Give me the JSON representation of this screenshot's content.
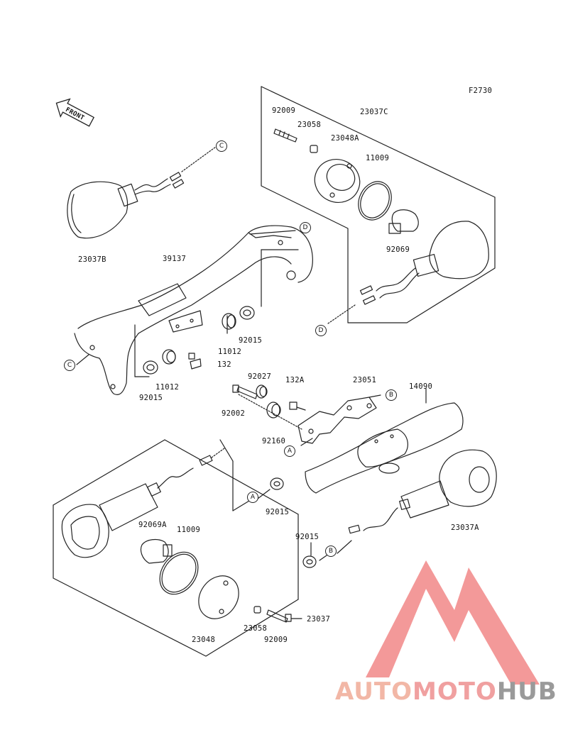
{
  "figure_code": "F2730",
  "front_marker": "FRONT",
  "part_numbers": {
    "p92009_top": "92009",
    "p23058_top": "23058",
    "p23037C": "23037C",
    "p23048A": "23048A",
    "p11009_top": "11009",
    "p92069": "92069",
    "p23037B": "23037B",
    "p39137": "39137",
    "p11012_right": "11012",
    "p92015_right": "92015",
    "p132": "132",
    "p92015_left": "92015",
    "p11012_left": "11012",
    "p92027": "92027",
    "p132A": "132A",
    "p23051": "23051",
    "p14090": "14090",
    "p92002": "92002",
    "p92160": "92160",
    "p92015_center": "92015",
    "p92069A": "92069A",
    "p11009_bottom": "11009",
    "p23037A": "23037A",
    "p92015_bottom": "92015",
    "p23058_bottom": "23058",
    "p92009_bottom": "92009",
    "p23048": "23048",
    "p23037": "23037"
  },
  "callouts": {
    "c_top": "C",
    "c_left": "C",
    "d_top": "D",
    "d_bottom": "D",
    "a_bracket": "A",
    "a_lower": "A",
    "b_bracket": "B",
    "b_lower": "B"
  },
  "watermark": {
    "part1": "AUTO",
    "part2": "MOTO",
    "part3": "HUB"
  },
  "colors": {
    "line": "#222222",
    "watermark_red": "#f08080",
    "watermark_orange": "#f2b7a6",
    "watermark_gray": "#9a9a9a"
  }
}
